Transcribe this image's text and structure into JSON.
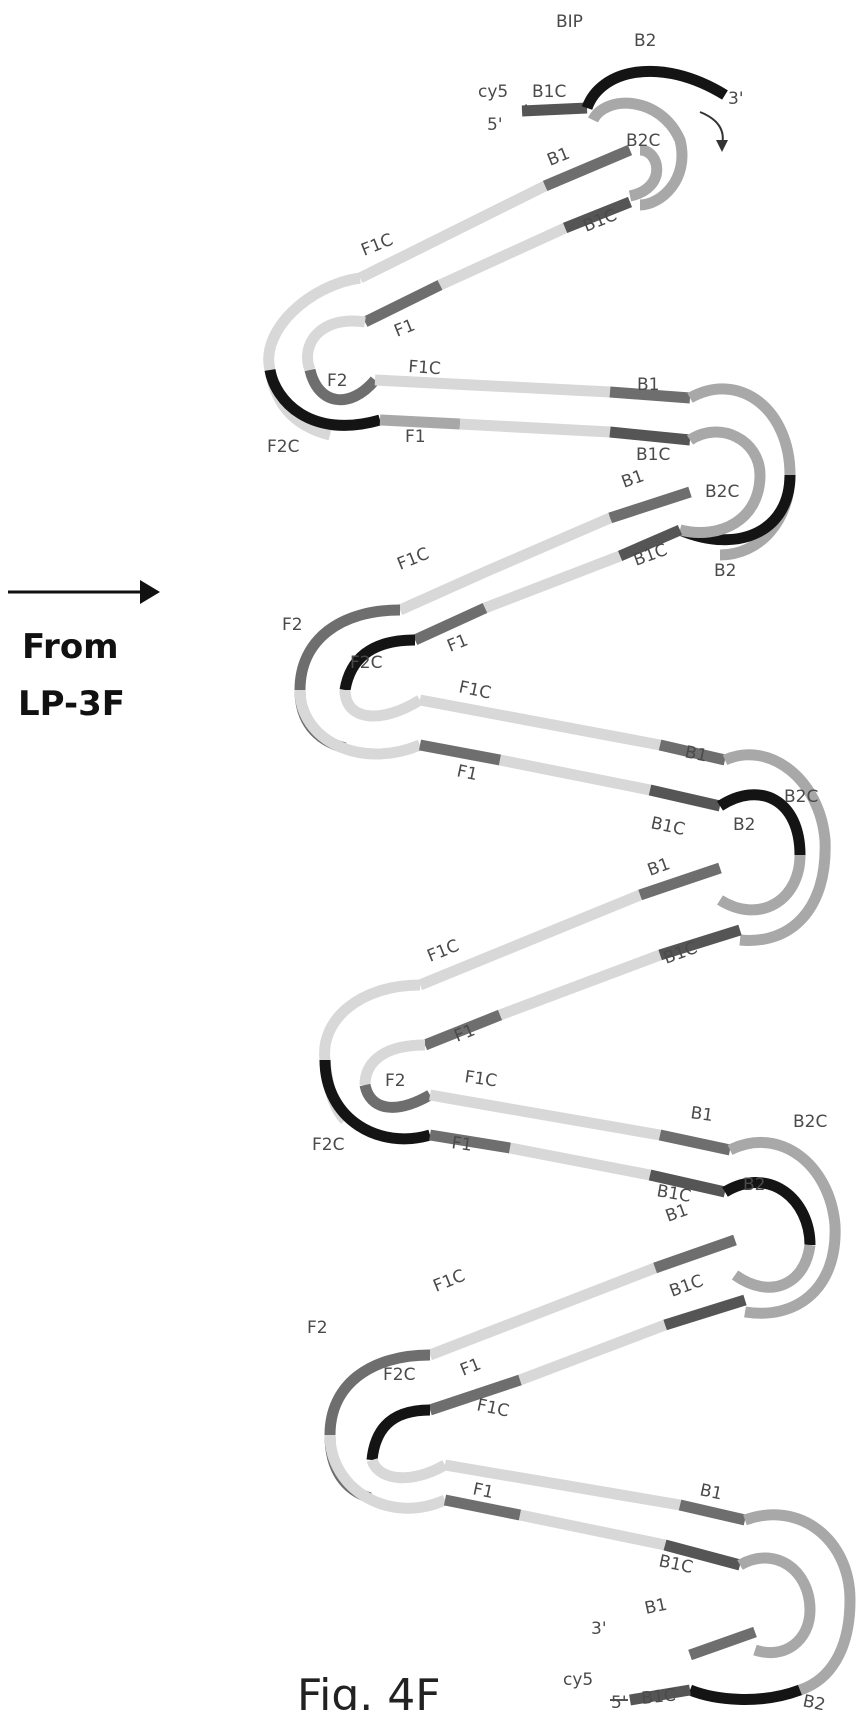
{
  "figure": {
    "caption": "Fig. 4F",
    "side_label_line1": "From",
    "side_label_line2": "LP-3F"
  },
  "diagram": {
    "colors": {
      "light": "#d8d8d8",
      "mid": "#a8a8a8",
      "dark": "#6e6e6e",
      "darker": "#555555",
      "black": "#141414"
    },
    "labels": [
      "BIP",
      "B2",
      "cy5",
      "B1C",
      "3'",
      "5'",
      "B2C",
      "B1",
      "B1C",
      "F1C",
      "F1",
      "F1C",
      "F2",
      "B1",
      "F2C",
      "F1",
      "B1C",
      "B1",
      "B2C",
      "F1C",
      "B1C",
      "B2",
      "F2",
      "F2C",
      "F1",
      "F1C",
      "B1",
      "F1",
      "B2C",
      "B1C",
      "B2",
      "B1",
      "F1C",
      "B1C",
      "F1",
      "F2",
      "F1C",
      "B1",
      "F2C",
      "F1",
      "B2C",
      "B1C",
      "B2",
      "B1",
      "F1C",
      "B1C",
      "F2",
      "F2C",
      "F1",
      "F1C",
      "B1",
      "F1",
      "B1C",
      "3'",
      "B1",
      "cy5",
      "5'",
      "B1C",
      "B2"
    ]
  }
}
